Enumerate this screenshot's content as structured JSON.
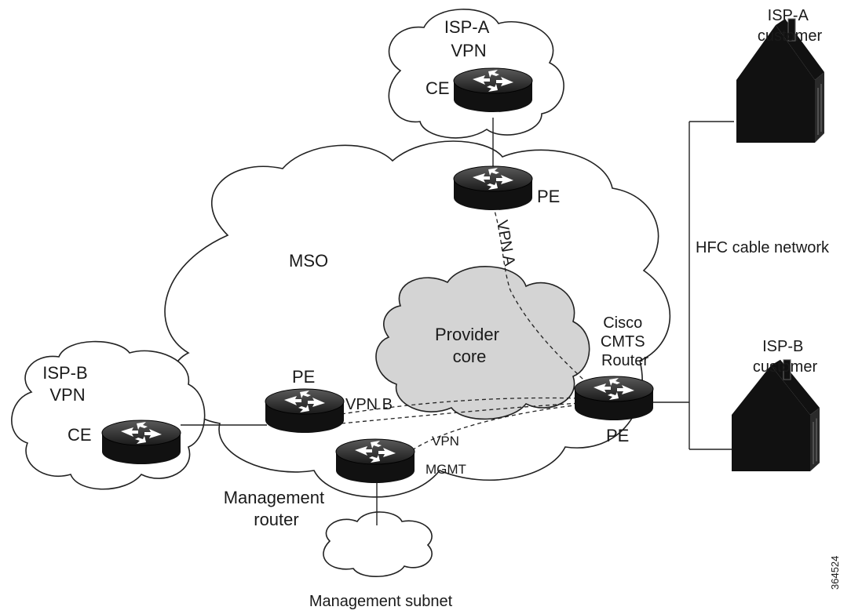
{
  "clouds": {
    "isp_a_vpn": "ISP-A\nVPN",
    "mso": "MSO",
    "provider_core": "Provider\ncore",
    "isp_b_vpn": "ISP-B\nVPN",
    "management_subnet": "Management subnet"
  },
  "routers": {
    "ce_isp_a": "CE",
    "pe_top": "PE",
    "pe_left": "PE",
    "ce_isp_b": "CE",
    "cmts": "Cisco\nCMTS\nRouter",
    "cmts_pe": "PE",
    "management": "Management\nrouter"
  },
  "links": {
    "vpn_a": "VPN A",
    "vpn_b": "VPN B",
    "vpn_mgmt": "VPN\nMGMT",
    "hfc": "HFC cable network"
  },
  "customers": {
    "isp_a": "ISP-A\ncustomer",
    "isp_b": "ISP-B\ncustomer"
  },
  "figure_id": "364524"
}
